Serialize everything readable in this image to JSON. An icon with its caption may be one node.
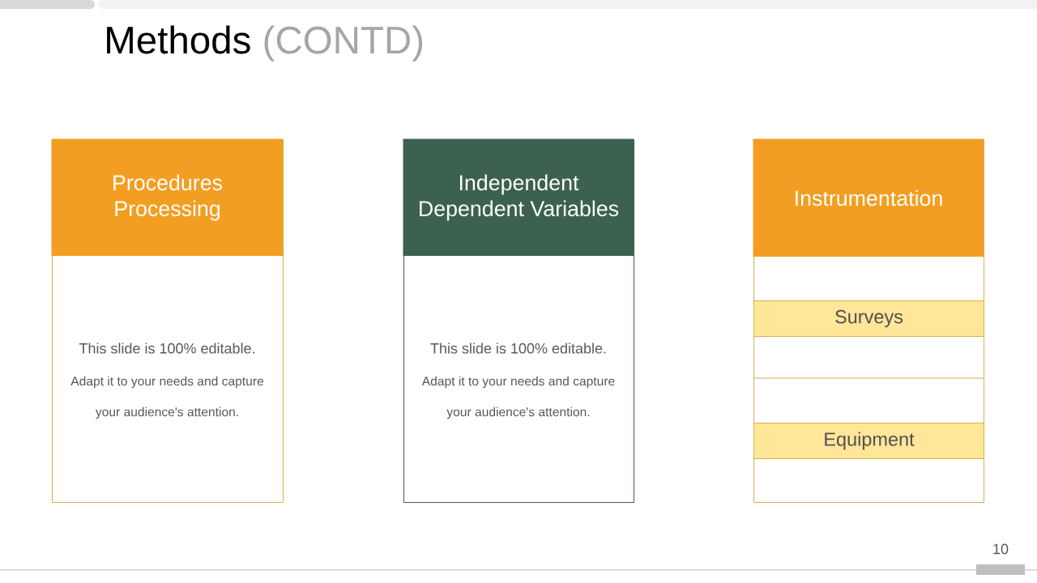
{
  "diagram": {
    "title": "Methods (CONTD)",
    "nodes": [
      {
        "text": [
          "Procedures Processing",
          "This slide is 100% editable.",
          "Adapt it to your needs and capture your audience's attention."
        ]
      },
      {
        "text": [
          "Independent Dependent Variables",
          "This slide is 100% editable.",
          "Adapt it to your needs and capture your audience's attention."
        ]
      },
      {
        "text": [
          "Instrumentation"
        ]
      },
      {
        "text": [
          "Surveys"
        ],
        "in": 2
      },
      {
        "text": [
          "Equipment"
        ],
        "in": 2
      }
    ],
    "labels": [
      "10"
    ]
  }
}
